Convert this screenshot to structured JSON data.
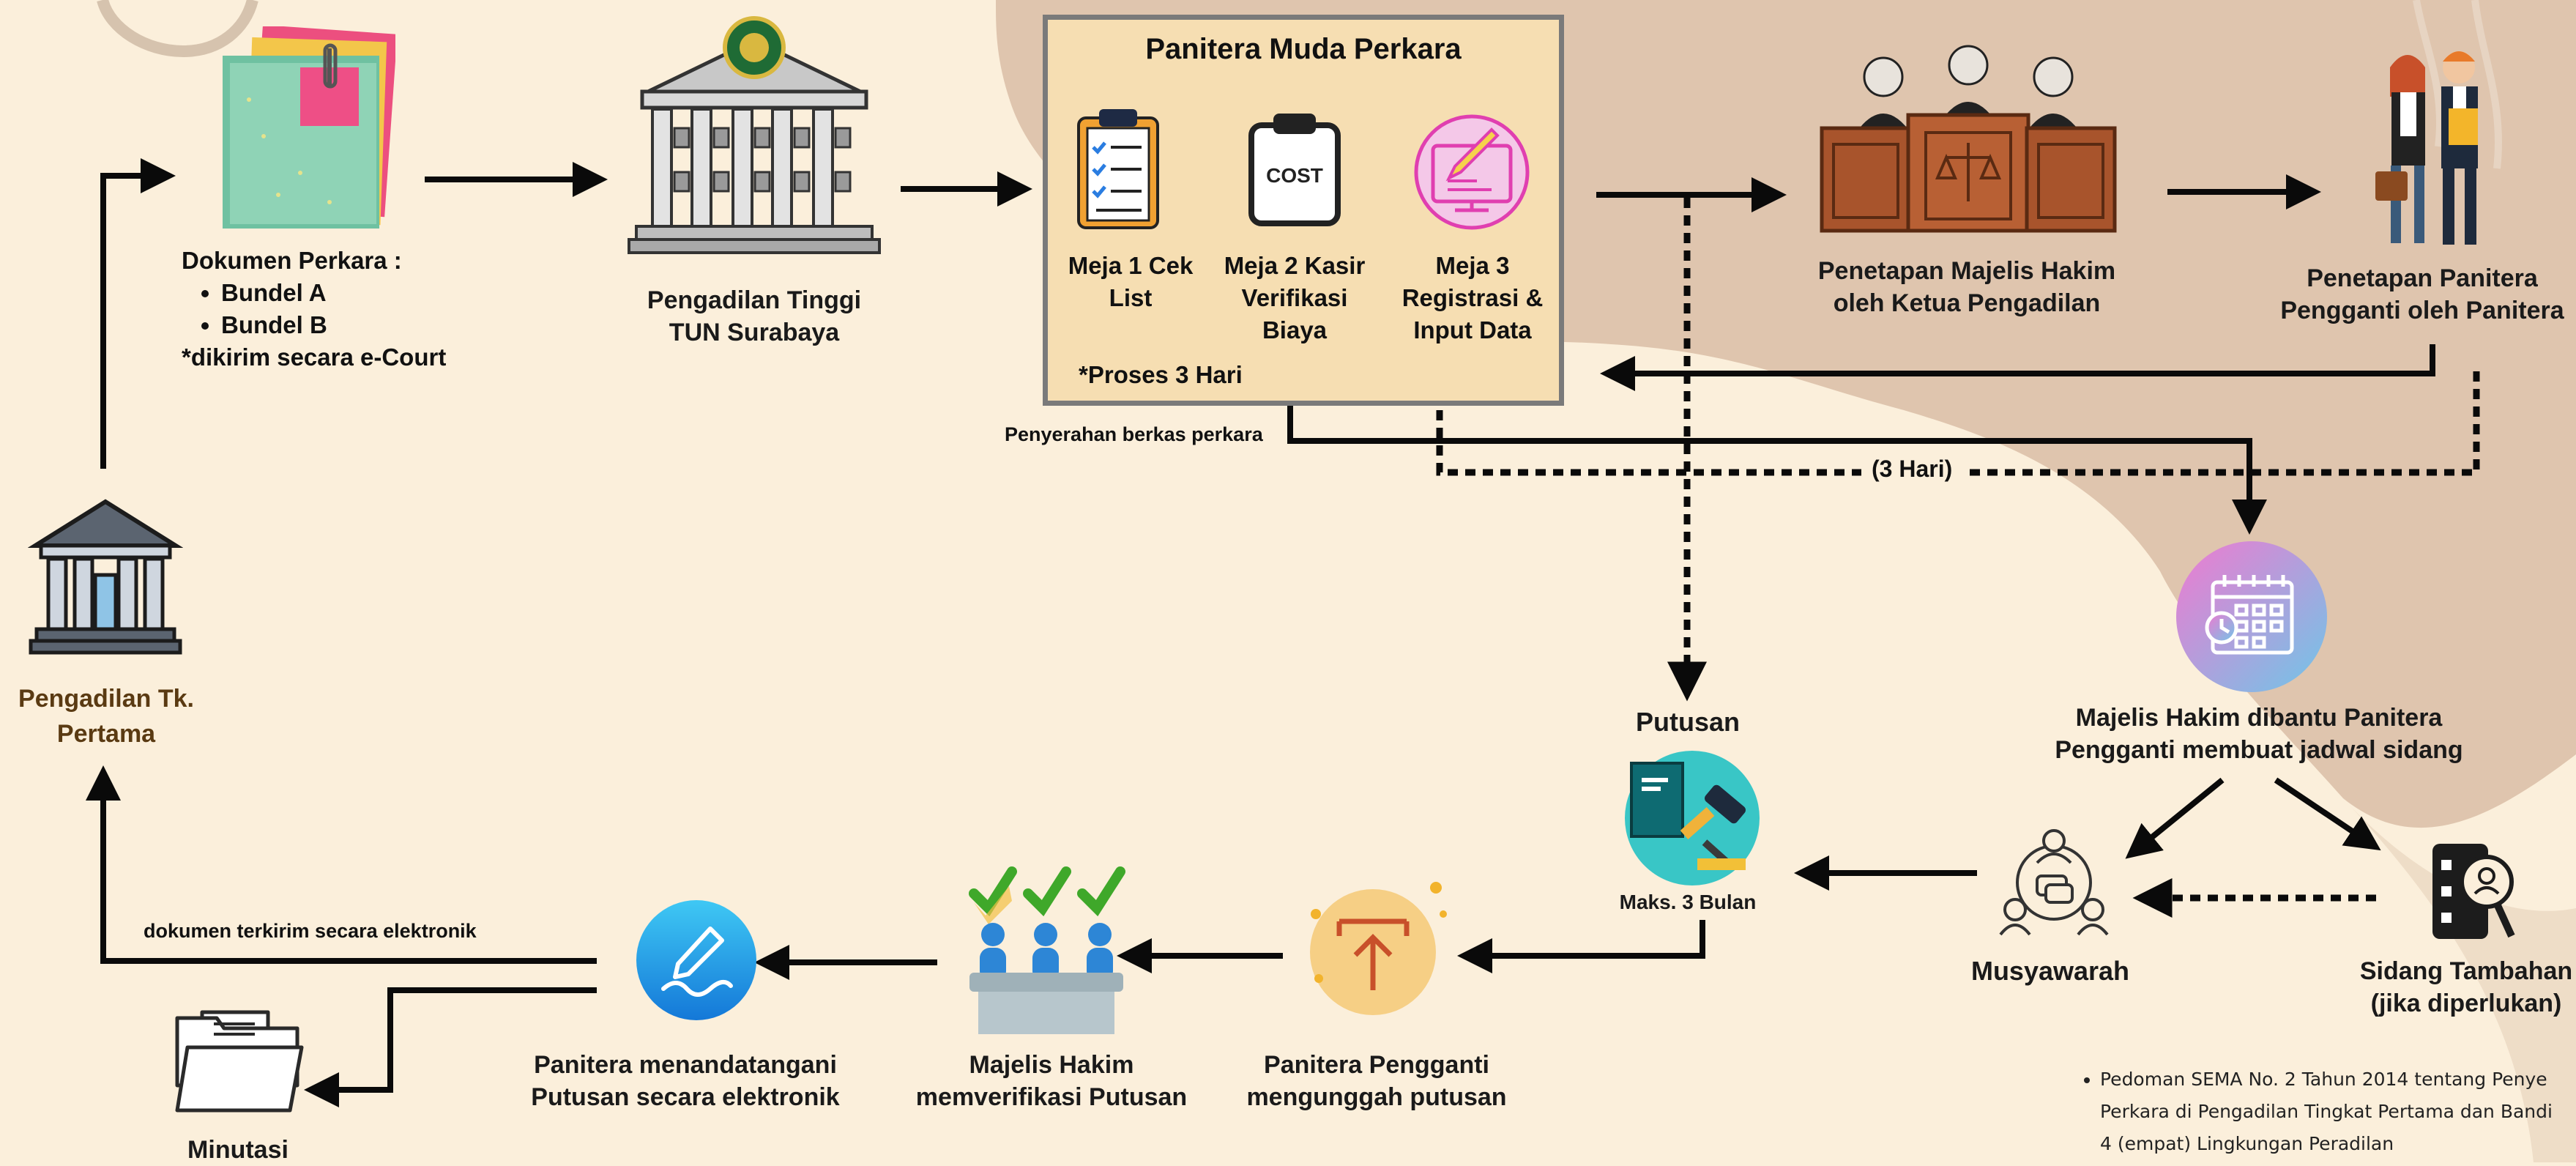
{
  "nodes": {
    "first_court": "Pengadilan Tk. Pertama",
    "documents_title": "Dokumen Perkara :",
    "bundle_a": "Bundel A",
    "bundle_b": "Bundel B",
    "ecourt_note": "*dikirim secara e-Court",
    "high_court": "Pengadilan Tinggi TUN Surabaya",
    "panel_title": "Panitera Muda Perkara",
    "desk1": "Meja 1 Cek List",
    "desk2": "Meja 2 Kasir Verifikasi Biaya",
    "desk3": "Meja 3 Registrasi & Input Data",
    "cost_text": "COST",
    "process_note": "*Proses 3 Hari",
    "judges_panel": "Penetapan Majelis Hakim oleh Ketua Pengadilan",
    "substitute_clerk": "Penetapan Panitera Pengganti oleh Panitera",
    "handover": "Penyerahan berkas perkara",
    "three_days": "(3 Hari)",
    "schedule": "Majelis Hakim dibantu Panitera Pengganti membuat jadwal sidang",
    "deliberation": "Musyawarah",
    "extra_hearing": "Sidang Tambahan (jika diperlukan)",
    "verdict": "Putusan",
    "max_months": "Maks. 3 Bulan",
    "upload": "Panitera Pengganti mengunggah putusan",
    "verify": "Majelis Hakim memverifikasi Putusan",
    "sign": "Panitera menandatangani Putusan secara elektronik",
    "sent_electronic": "dokumen terkirim secara elektronik",
    "minutes": "Minutasi",
    "footnote_l1": "Pedoman SEMA No. 2 Tahun 2014 tentang Penye",
    "footnote_l2": "Perkara di Pengadilan Tingkat Pertama dan Bandi",
    "footnote_l3": "4 (empat) Lingkungan Peradilan"
  },
  "colors": {
    "background": "#fbefdb",
    "blob": "#dfc5ae",
    "panel": "#f6deb2",
    "arrow": "#0a0a0a",
    "brown_text": "#5a3a12",
    "teal": "#2ec4c4",
    "blue": "#2a8ee8"
  },
  "icons": [
    "court-building-icon",
    "documents-folder-icon",
    "high-court-building-icon",
    "checklist-clipboard-icon",
    "cost-clipboard-icon",
    "registration-computer-icon",
    "judges-bench-icon",
    "clerks-people-icon",
    "calendar-icon",
    "discussion-group-icon",
    "extra-hearing-icon",
    "verdict-book-gavel-icon",
    "upload-arrow-icon",
    "verify-people-icon",
    "sign-pen-icon",
    "archive-folder-icon"
  ]
}
